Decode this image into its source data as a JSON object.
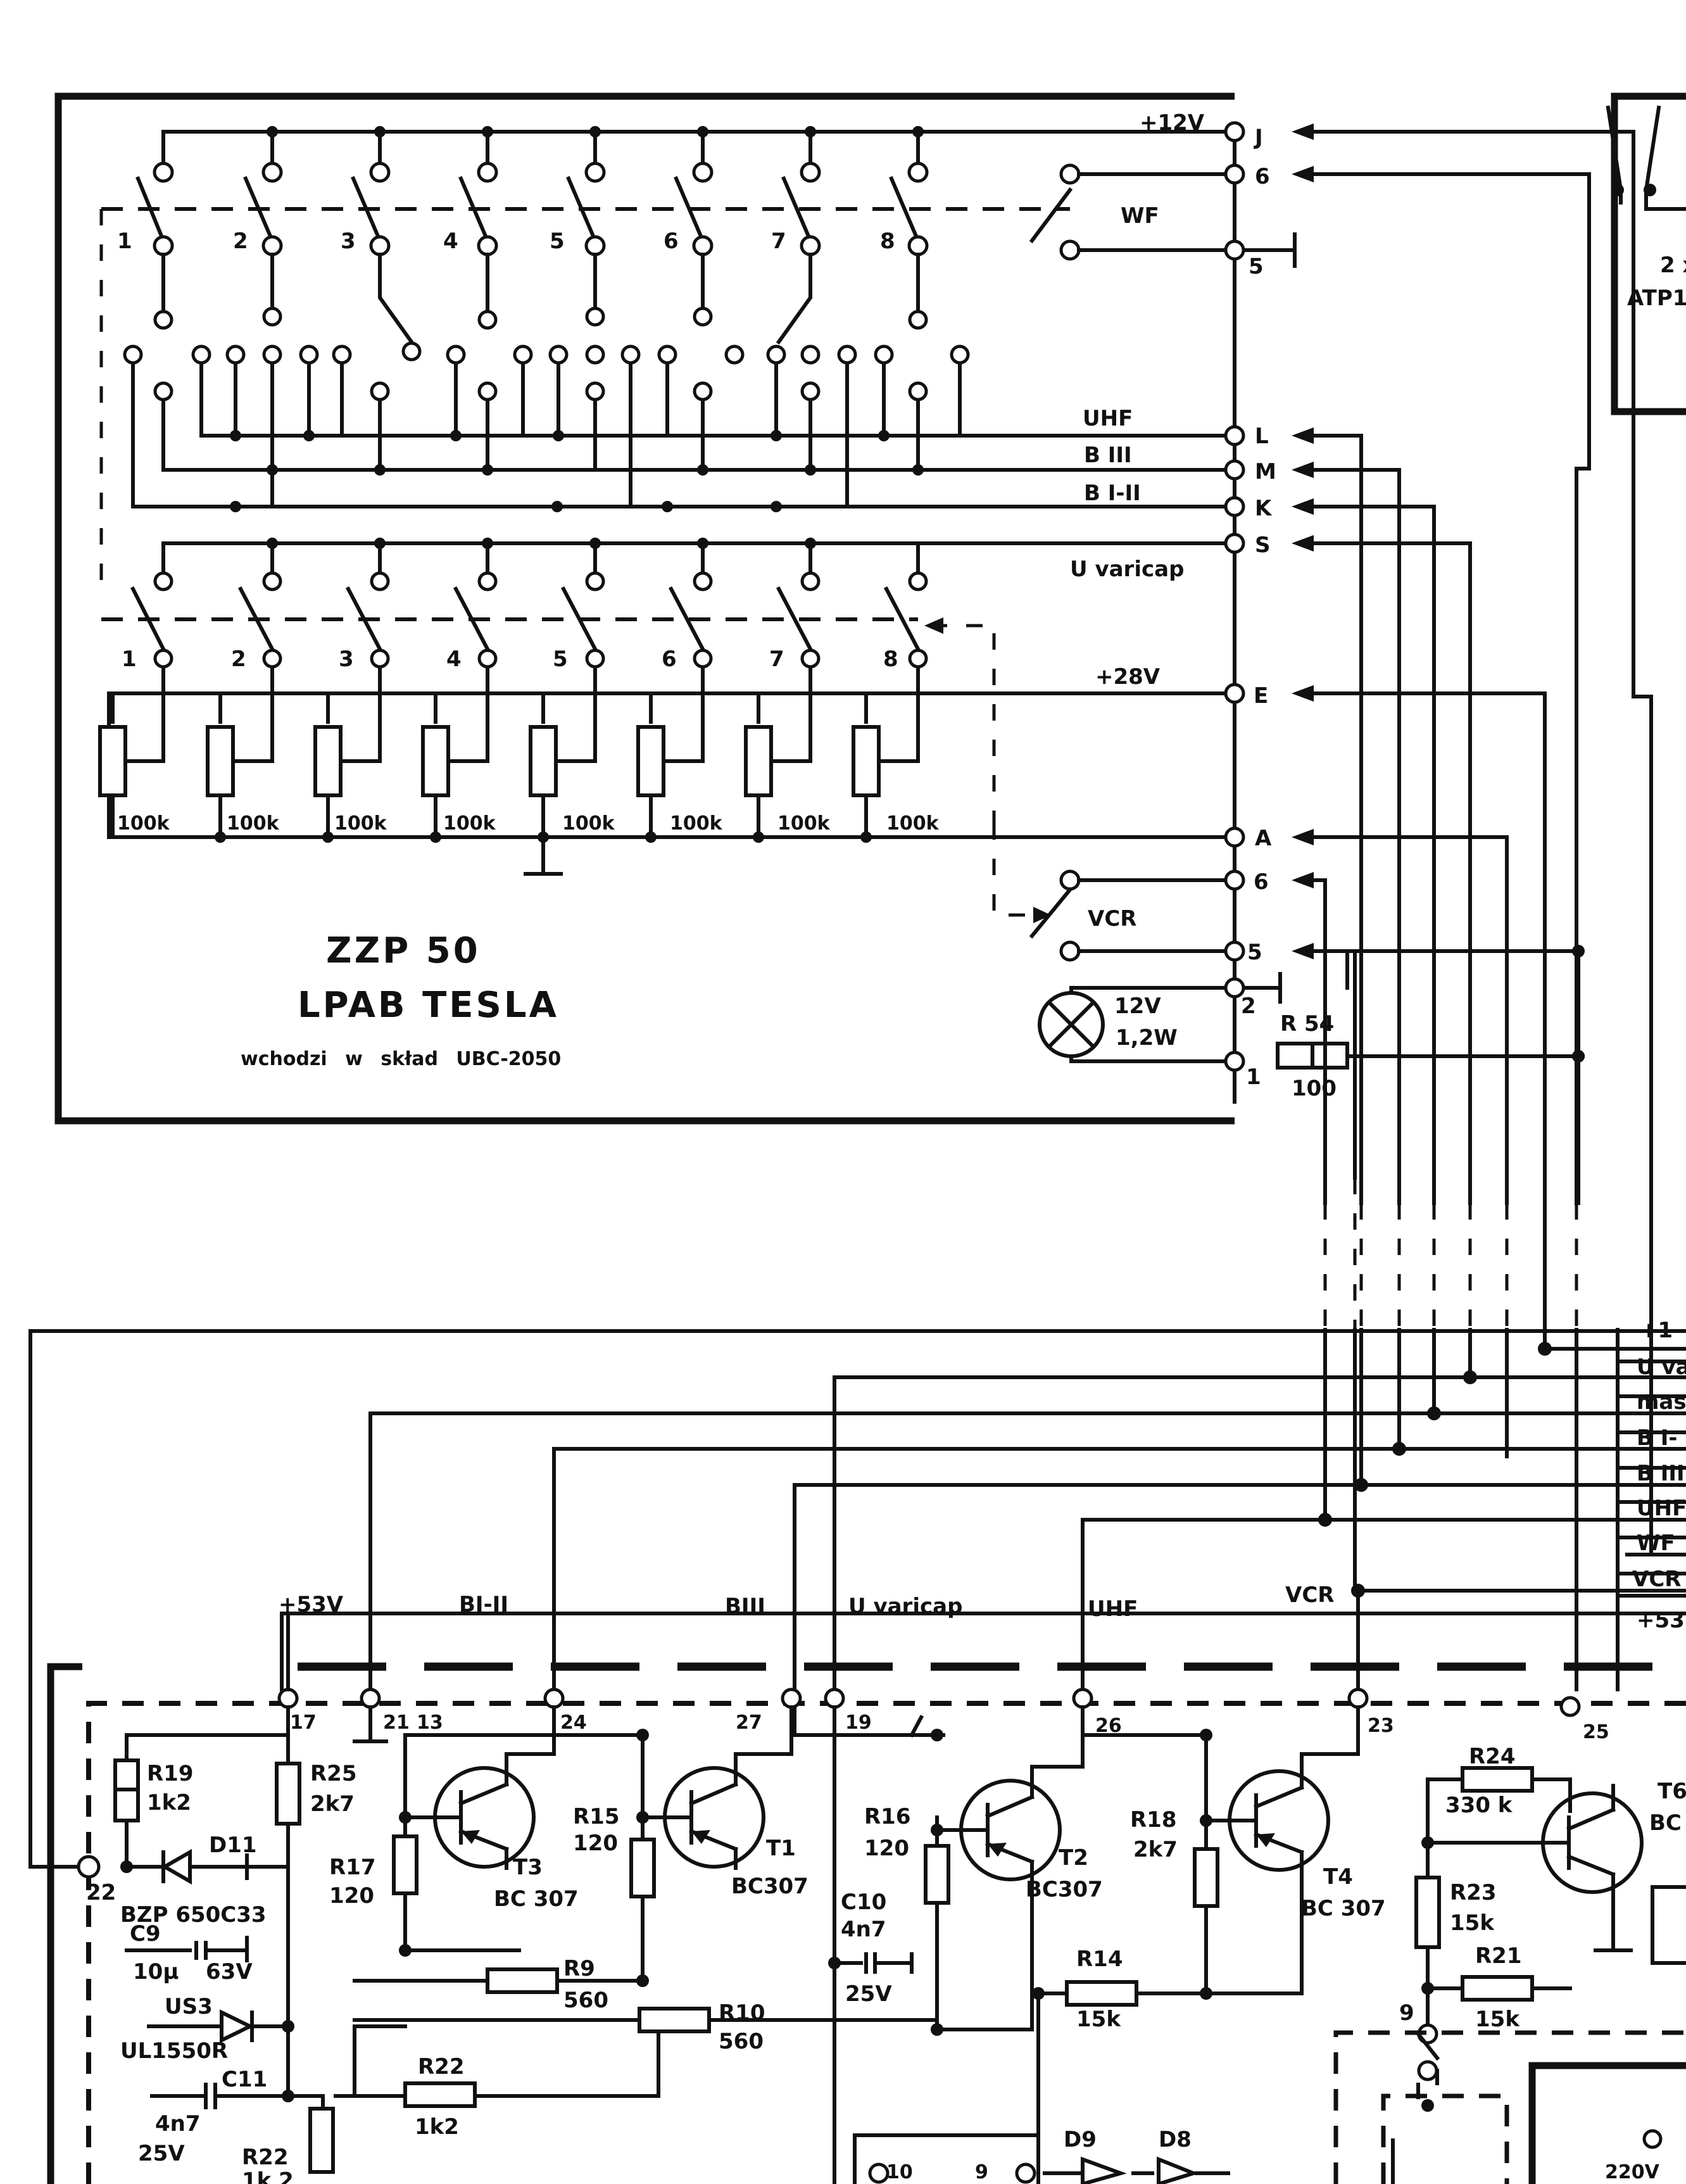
{
  "panel": {
    "title": "ZZP 50",
    "subtitle": "LPAB TESLA",
    "note": "wchodzi w skład UBC-2050",
    "switch_numbers": [
      "1",
      "2",
      "3",
      "4",
      "5",
      "6",
      "7",
      "8"
    ],
    "pot_values": [
      "100k",
      "100k",
      "100k",
      "100k",
      "100k",
      "100k",
      "100k",
      "100k"
    ],
    "lamp": {
      "voltage": "12V",
      "power": "1,2W"
    },
    "resistor": {
      "name": "R 54",
      "value": "100"
    }
  },
  "connectors": {
    "rows": [
      {
        "pin": "J",
        "signal": "+12V"
      },
      {
        "pin": "6",
        "signal": "WF"
      },
      {
        "pin": "5",
        "signal": ""
      },
      {
        "pin": "L",
        "signal": "UHF"
      },
      {
        "pin": "M",
        "signal": "B III"
      },
      {
        "pin": "K",
        "signal": "B I-II"
      },
      {
        "pin": "S",
        "signal": "U varicap"
      },
      {
        "pin": "E",
        "signal": "+28V"
      },
      {
        "pin": "A",
        "signal": ""
      },
      {
        "pin": "6",
        "signal": "VCR"
      },
      {
        "pin": "5",
        "signal": ""
      },
      {
        "pin": "2",
        "signal": ""
      },
      {
        "pin": "1",
        "signal": ""
      }
    ]
  },
  "relay": {
    "label_line1": "2 x",
    "label_line2": "ATP1"
  },
  "bus_labels": [
    "+1",
    "U va",
    "mas",
    "B I-",
    "B III",
    "UHF",
    "WF",
    "VCR",
    "+53"
  ],
  "lower_top_labels": [
    "+53V",
    "BI-II",
    "BIII",
    "U varicap",
    "UHF",
    "VCR"
  ],
  "lower_pins": [
    "17",
    "21",
    "13",
    "24",
    "27",
    "19",
    "26",
    "23",
    "25"
  ],
  "transistors": [
    {
      "name": "T3",
      "type": "BC 307"
    },
    {
      "name": "T1",
      "type": "BC307"
    },
    {
      "name": "T2",
      "type": "BC307"
    },
    {
      "name": "T4",
      "type": "BC 307"
    },
    {
      "name": "T6",
      "type": "BC"
    }
  ],
  "resistors": [
    {
      "name": "R19",
      "value": "1k2"
    },
    {
      "name": "R25",
      "value": "2k7"
    },
    {
      "name": "R17",
      "value": "120"
    },
    {
      "name": "R15",
      "value": "120"
    },
    {
      "name": "R16",
      "value": "120"
    },
    {
      "name": "R18",
      "value": "2k7"
    },
    {
      "name": "R24",
      "value": "330 k"
    },
    {
      "name": "R23",
      "value": "15k"
    },
    {
      "name": "R21",
      "value": "15k"
    },
    {
      "name": "R9",
      "value": "560"
    },
    {
      "name": "R10",
      "value": "560"
    },
    {
      "name": "R14",
      "value": "15k"
    },
    {
      "name": "R22",
      "value": "1k2"
    },
    {
      "name": "R22",
      "value": "1k 2"
    }
  ],
  "others": {
    "d11": "D11",
    "d11_type": "BZP 650C33",
    "c9": "C9",
    "c9_value": "10µ",
    "c9_voltage": "63V",
    "us3": "US3",
    "us3_type": "UL1550R",
    "c11": "C11",
    "c11_value": "4n7",
    "c11_voltage": "25V",
    "c10": "C10",
    "c10_value": "4n7",
    "c10_voltage": "25V",
    "d9": "D9",
    "d8": "D8",
    "pin_22": "22",
    "pin_9": "9",
    "pin_10": "10",
    "pin_9b": "9",
    "mains": "220V"
  }
}
